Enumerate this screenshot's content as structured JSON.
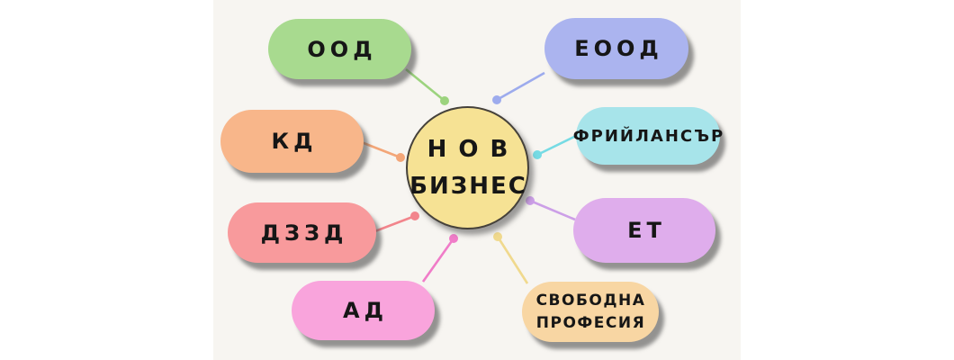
{
  "canvas_background": "#f7f5f1",
  "page_background": "#ffffff",
  "center": {
    "label_line1": "Н О В",
    "label_line2": "БИЗНЕС",
    "fill": "#f6e294",
    "border_color": "#45413a"
  },
  "nodes": [
    {
      "id": "ood",
      "label": "ООД",
      "color": "#a8da8f"
    },
    {
      "id": "eood",
      "label": "ЕООД",
      "color": "#abb4ef"
    },
    {
      "id": "kd",
      "label": "КД",
      "color": "#f8b68a"
    },
    {
      "id": "freelancer",
      "label": "ФРИЙЛАНСЪР",
      "color": "#a7e4ea"
    },
    {
      "id": "dzzd",
      "label": "ДЗЗД",
      "color": "#f89a9c"
    },
    {
      "id": "et",
      "label": "ЕТ",
      "color": "#dfadec"
    },
    {
      "id": "ad",
      "label": "АД",
      "color": "#f9a4dc"
    },
    {
      "id": "svobodna",
      "label": "СВОБОДНА ПРОФЕСИЯ",
      "label_line1": "СВОБОДНА",
      "label_line2": "ПРОФЕСИЯ",
      "color": "#f8d6a3"
    }
  ],
  "connectors": [
    {
      "from": "ood",
      "to": "center",
      "color": "#9cd37e"
    },
    {
      "from": "eood",
      "to": "center",
      "color": "#9dabed"
    },
    {
      "from": "kd",
      "to": "center",
      "color": "#f3a678"
    },
    {
      "from": "freelancer",
      "to": "center",
      "color": "#76dbe4"
    },
    {
      "from": "dzzd",
      "to": "center",
      "color": "#f2858c"
    },
    {
      "from": "et",
      "to": "center",
      "color": "#cc9fe7"
    },
    {
      "from": "ad",
      "to": "center",
      "color": "#f07cc8"
    },
    {
      "from": "svobodna",
      "to": "center",
      "color": "#f0d98d"
    }
  ]
}
